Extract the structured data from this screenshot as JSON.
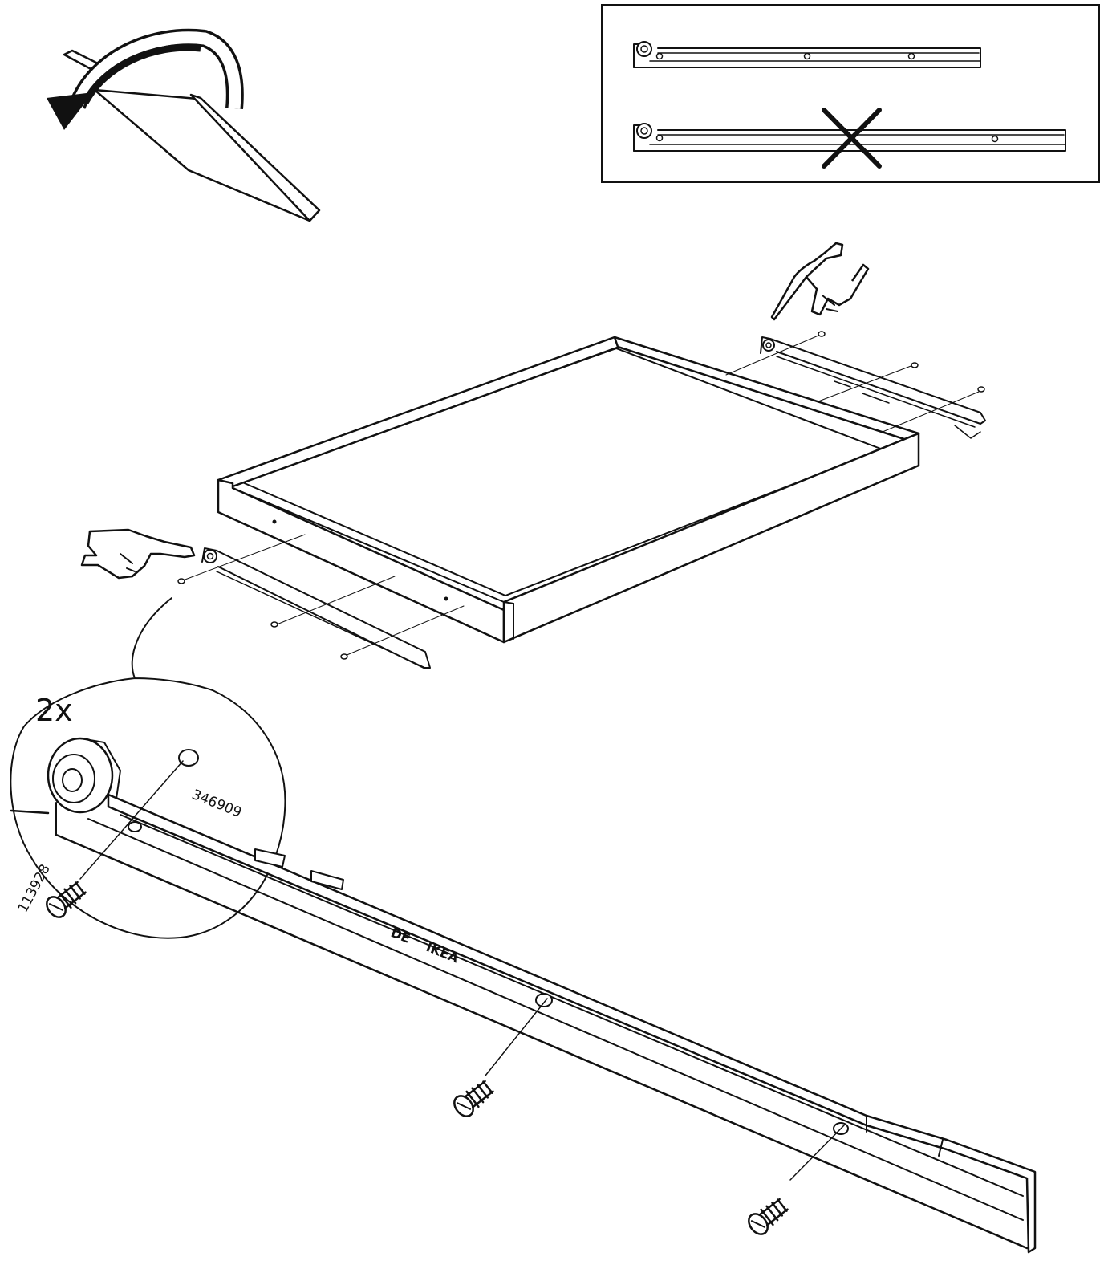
{
  "diagram": {
    "quantity_label": "2x",
    "screw_part_number": "113928",
    "hole_part_number": "346909",
    "rail_stamp_text": [
      "DE",
      "IKEA"
    ]
  },
  "colors": {
    "line": "#111111",
    "background": "#ffffff"
  }
}
